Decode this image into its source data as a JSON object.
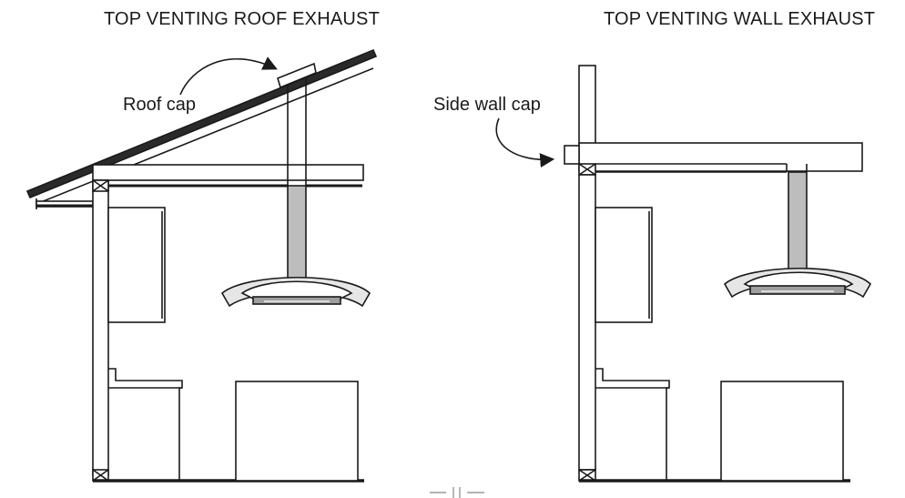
{
  "diagrams": [
    {
      "title": "TOP VENTING ROOF EXHAUST",
      "callout": "Roof cap"
    },
    {
      "title": "TOP VENTING WALL EXHAUST",
      "callout": "Side wall cap"
    }
  ],
  "colors": {
    "line": "#1a1a1a",
    "duct": "#bdbdbd",
    "hood_fill": "#e6e6e6",
    "hood_inner": "#9e9e9e"
  },
  "icons": [
    "callout-arrow-icon"
  ]
}
